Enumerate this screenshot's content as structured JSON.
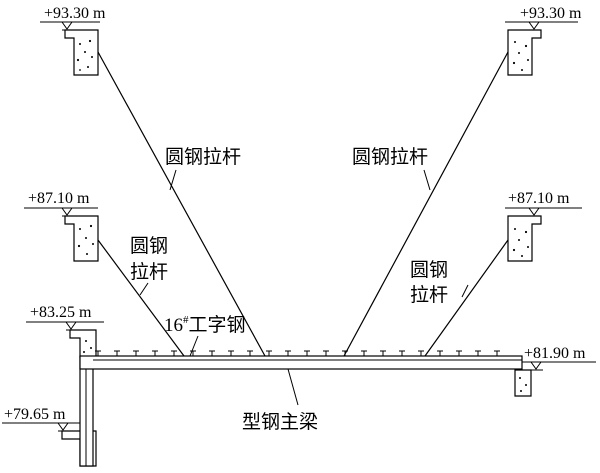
{
  "elevations": {
    "top_left": "+93.30 m",
    "top_right": "+93.30 m",
    "mid_left": "+87.10 m",
    "mid_right": "+87.10 m",
    "beam_left": "+83.25 m",
    "beam_right": "+81.90 m",
    "bottom_left": "+79.65 m"
  },
  "labels": {
    "rod_upper_left": "圆钢拉杆",
    "rod_upper_right": "圆钢拉杆",
    "rod_lower_left_1": "圆钢",
    "rod_lower_left_2": "拉杆",
    "rod_lower_right_1": "圆钢",
    "rod_lower_right_2": "拉杆",
    "i_beam_pre": "16",
    "i_beam_sup": "#",
    "i_beam_post": "工字钢",
    "main_beam": "型钢主梁"
  }
}
